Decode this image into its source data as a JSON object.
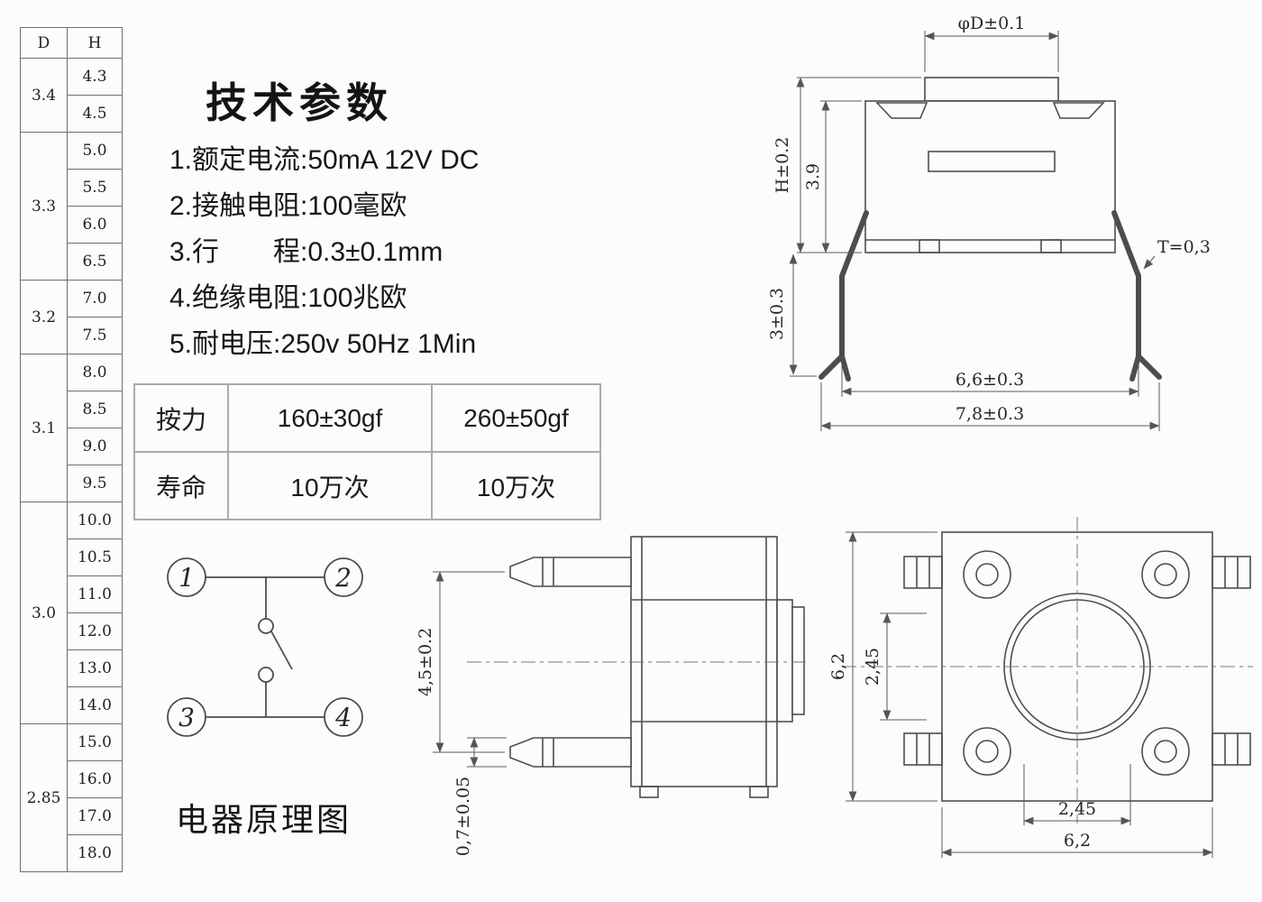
{
  "colors": {
    "line": "#4d4d4d",
    "ink": "#2b2b2b"
  },
  "dh_table": {
    "header_d": "D",
    "header_h": "H",
    "groups": [
      {
        "d": "3.4",
        "h": [
          "4.3",
          "4.5"
        ]
      },
      {
        "d": "3.3",
        "h": [
          "5.0",
          "5.5",
          "6.0",
          "6.5"
        ]
      },
      {
        "d": "3.2",
        "h": [
          "7.0",
          "7.5"
        ]
      },
      {
        "d": "3.1",
        "h": [
          "8.0",
          "8.5",
          "9.0",
          "9.5"
        ]
      },
      {
        "d": "3.0",
        "h": [
          "10.0",
          "10.5",
          "11.0",
          "12.0",
          "13.0",
          "14.0"
        ]
      },
      {
        "d": "2.85",
        "h": [
          "15.0",
          "16.0",
          "17.0",
          "18.0"
        ]
      }
    ]
  },
  "tech": {
    "title": "技术参数",
    "items": [
      "1.额定电流:50mA 12V DC",
      "2.接触电阻:100毫欧",
      "3.行　　程:0.3±0.1mm",
      "4.绝缘电阻:100兆欧",
      "5.耐电压:250v 50Hz 1Min"
    ]
  },
  "spec_table": {
    "rows": [
      [
        "按力",
        "160±30gf",
        "260±50gf"
      ],
      [
        "寿命",
        "10万次",
        "10万次"
      ]
    ]
  },
  "schematic": {
    "label": "电器原理图",
    "terminals": [
      "1",
      "2",
      "3",
      "4"
    ]
  },
  "front_view": {
    "dim_diameter": "φD±0.1",
    "dim_height": "H±0.2",
    "dim_body_height": "3.9",
    "dim_leg_height": "3±0.3",
    "dim_thickness": "T=0,3",
    "dim_width_inner": "6,6±0.3",
    "dim_width_outer": "7,8±0.3"
  },
  "side_view": {
    "dim_pin_pitch": "4,5±0.2",
    "dim_pin_thickness": "0,7±0.05"
  },
  "top_view": {
    "dim_height_outer": "6,2",
    "dim_height_inner": "2,45",
    "dim_width_inner": "2,45",
    "dim_width_outer": "6,2"
  }
}
